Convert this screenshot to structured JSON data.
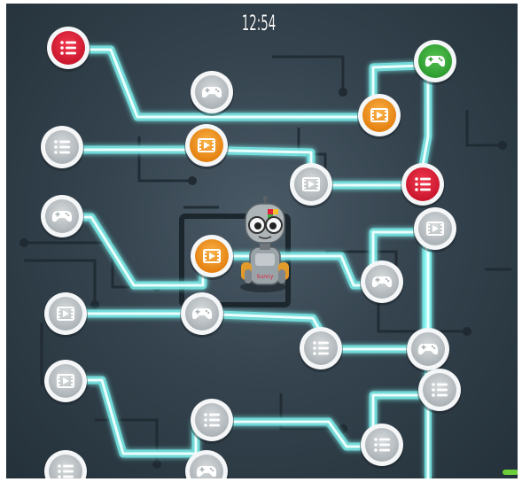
{
  "hud": {
    "time": "12:54"
  },
  "colors": {
    "background": "#2e3b45",
    "path_glow": "#7ff6f2",
    "path_core": "#e9fffd",
    "node_gray": "#bfc5c8",
    "node_orange": "#f39a1e",
    "node_red": "#e3213a",
    "node_green": "#3cae3c",
    "progress_green": "#6ccf3a"
  },
  "nodes": [
    {
      "name": "list-node-red",
      "icon": "list-icon",
      "type": "list",
      "state": "red"
    },
    {
      "name": "game-node-gray",
      "icon": "gamepad-icon",
      "type": "game",
      "state": "gray"
    },
    {
      "name": "video-node-orange",
      "icon": "video-icon",
      "type": "video",
      "state": "orange"
    },
    {
      "name": "game-node-green",
      "icon": "gamepad-icon",
      "type": "game",
      "state": "green"
    },
    {
      "name": "list-node-gray",
      "icon": "list-icon",
      "type": "list",
      "state": "gray"
    },
    {
      "name": "video-node-orange",
      "icon": "video-icon",
      "type": "video",
      "state": "orange"
    },
    {
      "name": "video-node-gray",
      "icon": "video-icon",
      "type": "video",
      "state": "gray"
    },
    {
      "name": "list-node-red",
      "icon": "list-icon",
      "type": "list",
      "state": "red"
    },
    {
      "name": "game-node-gray",
      "icon": "gamepad-icon",
      "type": "game",
      "state": "gray"
    },
    {
      "name": "video-node-orange",
      "icon": "video-icon",
      "type": "video",
      "state": "orange"
    },
    {
      "name": "video-node-gray",
      "icon": "video-icon",
      "type": "video",
      "state": "gray"
    },
    {
      "name": "game-node-gray",
      "icon": "gamepad-icon",
      "type": "game",
      "state": "gray"
    },
    {
      "name": "video-node-gray",
      "icon": "video-icon",
      "type": "video",
      "state": "gray"
    },
    {
      "name": "game-node-gray",
      "icon": "gamepad-icon",
      "type": "game",
      "state": "gray"
    },
    {
      "name": "list-node-gray",
      "icon": "list-icon",
      "type": "list",
      "state": "gray"
    },
    {
      "name": "game-node-gray",
      "icon": "gamepad-icon",
      "type": "game",
      "state": "gray"
    },
    {
      "name": "video-node-gray",
      "icon": "video-icon",
      "type": "video",
      "state": "gray"
    },
    {
      "name": "list-node-gray",
      "icon": "list-icon",
      "type": "list",
      "state": "gray"
    },
    {
      "name": "list-node-gray",
      "icon": "list-icon",
      "type": "list",
      "state": "gray"
    },
    {
      "name": "list-node-gray",
      "icon": "list-icon",
      "type": "list",
      "state": "gray"
    },
    {
      "name": "list-node-gray",
      "icon": "list-icon",
      "type": "list",
      "state": "gray"
    },
    {
      "name": "game-node-gray",
      "icon": "gamepad-icon",
      "type": "game",
      "state": "gray"
    }
  ],
  "robot": {
    "name": "robot-avatar",
    "icon": "robot-icon",
    "badge_text": "Sunny"
  }
}
